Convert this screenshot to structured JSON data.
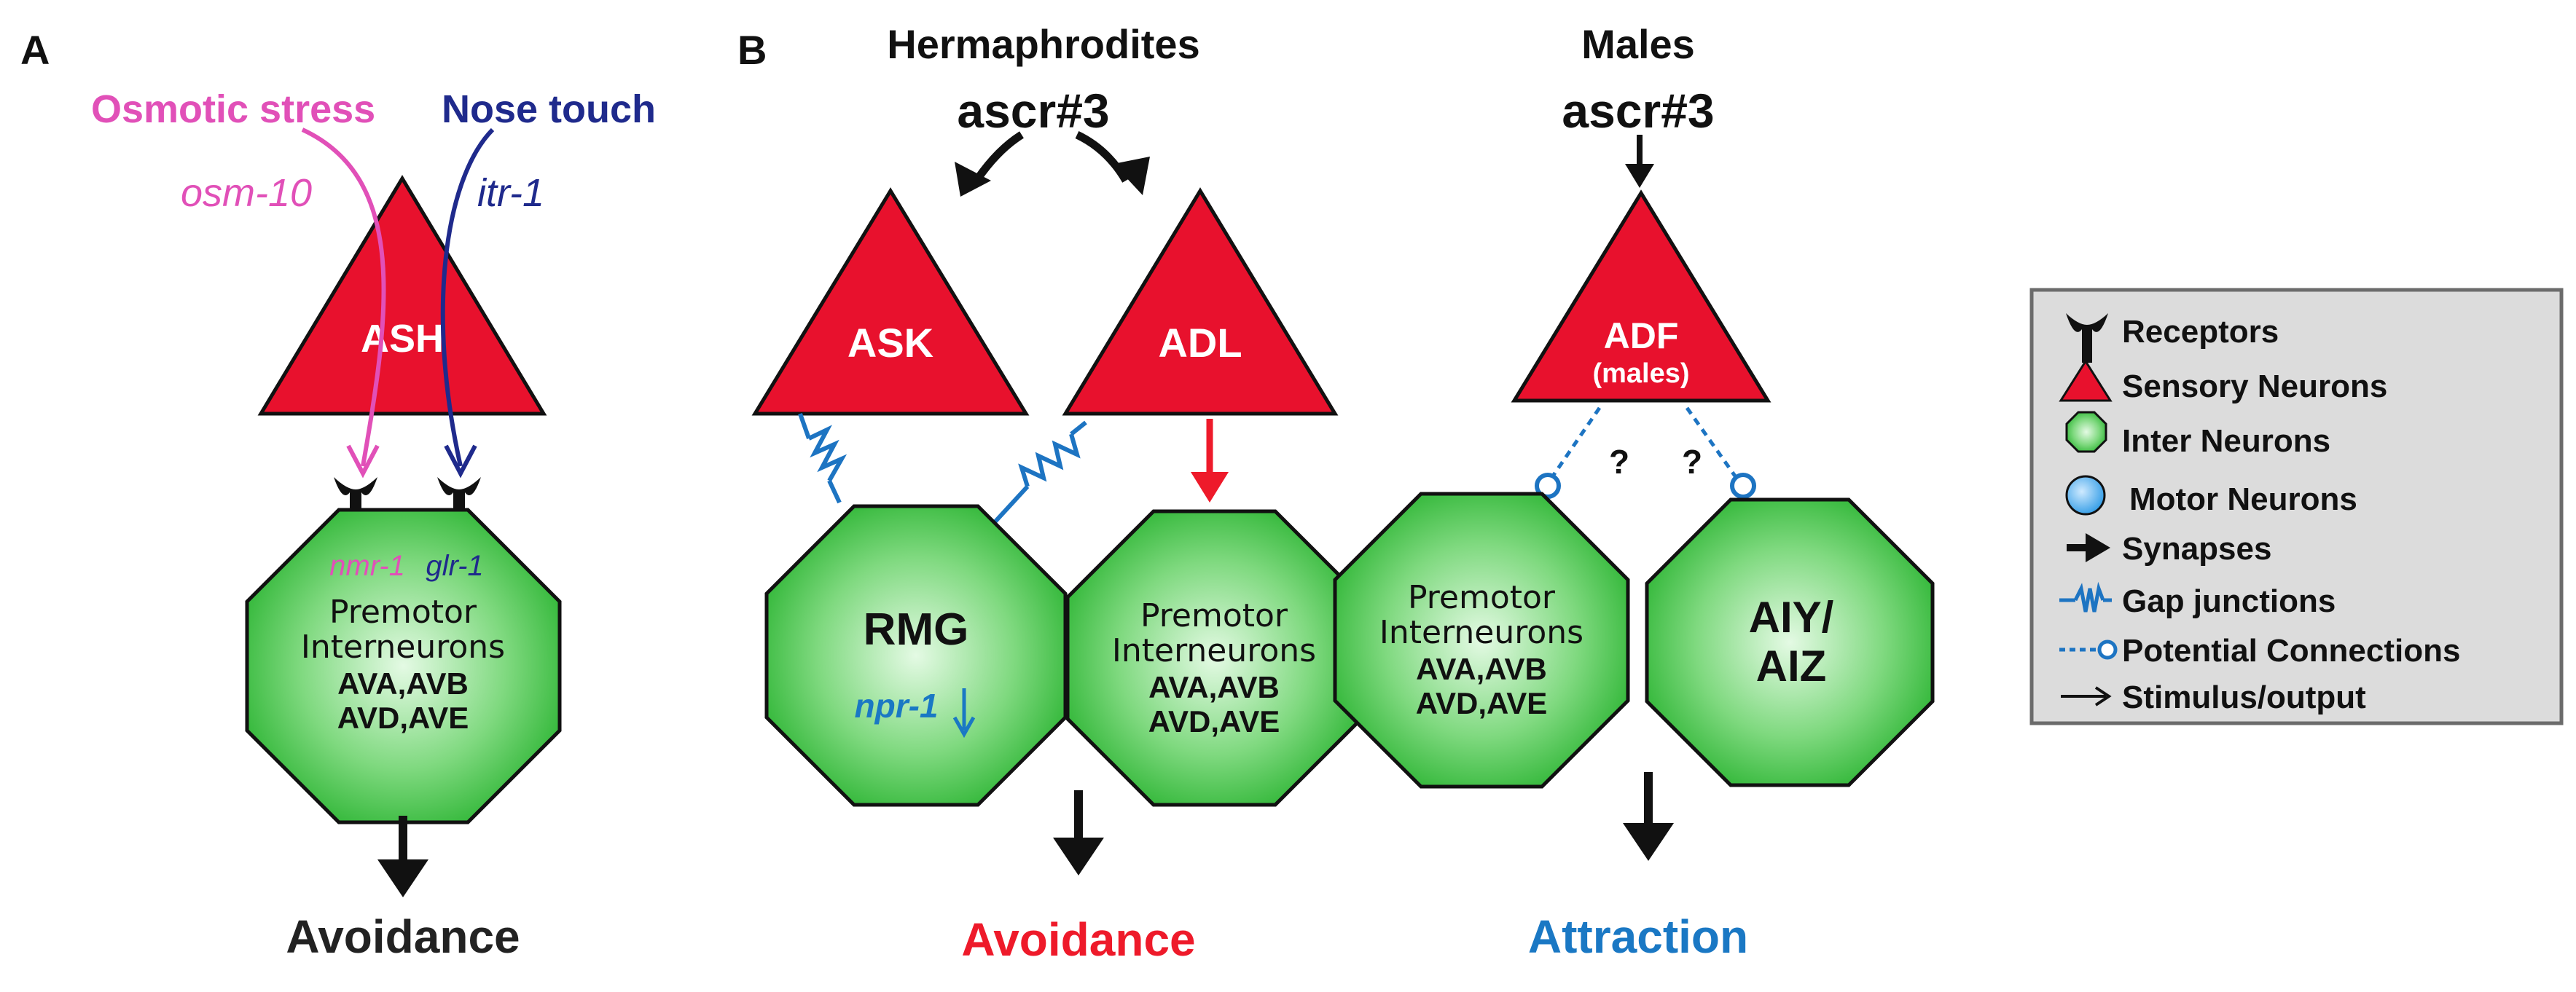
{
  "colors": {
    "sensory_fill": "#e8112d",
    "inter_gradient_inner": "#d4f5d4",
    "inter_gradient_outer": "#22b02a",
    "motor_fill": "#3fa9ee",
    "osmotic": "#e150b8",
    "nose": "#1f2a8c",
    "gap": "#1d74c2",
    "red_text": "#ee1a2a",
    "blue_text": "#1a78c4",
    "legend_bg": "#dcdcdc",
    "legend_border": "#6b6b6b"
  },
  "panel_a": {
    "label": "A",
    "stimulus_osmotic": "Osmotic stress",
    "stimulus_nose": "Nose touch",
    "gene_osm": "osm-10",
    "gene_itr": "itr-1",
    "sensory_neuron": "ASH",
    "receptor_nmr": "nmr-1",
    "receptor_glr": "glr-1",
    "inter_line1": "Premotor",
    "inter_line2": "Interneurons",
    "inter_line3": "AVA,AVB",
    "inter_line4": "AVD,AVE",
    "output": "Avoidance"
  },
  "panel_b": {
    "label": "B",
    "herm_title": "Hermaphrodites",
    "herm_cue": "ascr#3",
    "ask": "ASK",
    "adl": "ADL",
    "rmg": "RMG",
    "npr": "npr-1",
    "herm_inter_line1": "Premotor",
    "herm_inter_line2": "Interneurons",
    "herm_inter_line3": "AVA,AVB",
    "herm_inter_line4": "AVD,AVE",
    "herm_output": "Avoidance",
    "male_title": "Males",
    "male_cue": "ascr#3",
    "adf": "ADF",
    "adf_sub": "(males)",
    "question_left": "?",
    "question_right": "?",
    "male_inter_line1": "Premotor",
    "male_inter_line2": "Interneurons",
    "male_inter_line3": "AVA,AVB",
    "male_inter_line4": "AVD,AVE",
    "aiy_line1": "AIY/",
    "aiy_line2": "AIZ",
    "male_output": "Attraction"
  },
  "legend": {
    "receptors": "Receptors",
    "sensory": "Sensory Neurons",
    "inter": "Inter Neurons",
    "motor": "Motor Neurons",
    "synapses": "Synapses",
    "gap": "Gap junctions",
    "potential": "Potential Connections",
    "stimulus": "Stimulus/output"
  }
}
